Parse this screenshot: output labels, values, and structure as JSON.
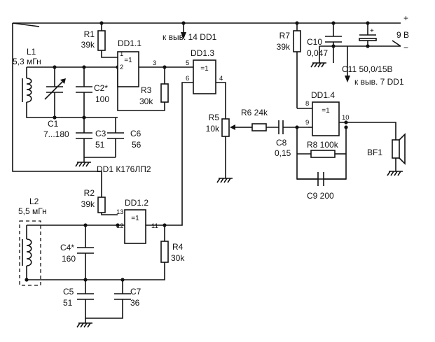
{
  "supply": {
    "plus": "+",
    "minus": "−",
    "voltage": "9 В"
  },
  "notes": {
    "pin14": "к выв. 14 DD1",
    "pin7": "к выв. 7 DD1"
  },
  "ic_type": "DD1 К176ЛП2",
  "gates": [
    {
      "name": "DD1.1",
      "symbol": "=1",
      "pins": [
        "1",
        "2",
        "3"
      ]
    },
    {
      "name": "DD1.2",
      "symbol": "=1",
      "pins": [
        "13",
        "12",
        "11"
      ]
    },
    {
      "name": "DD1.3",
      "symbol": "=1",
      "pins": [
        "5",
        "6",
        "4"
      ]
    },
    {
      "name": "DD1.4",
      "symbol": "=1",
      "pins": [
        "8",
        "9",
        "10"
      ]
    }
  ],
  "components": {
    "R1": {
      "name": "R1",
      "value": "39k"
    },
    "R2": {
      "name": "R2",
      "value": "39k"
    },
    "R3": {
      "name": "R3",
      "value": "30k"
    },
    "R4": {
      "name": "R4",
      "value": "30k"
    },
    "R5": {
      "name": "R5",
      "value": "10k"
    },
    "R6": {
      "name": "R6 24k"
    },
    "R7": {
      "name": "R7",
      "value": "39k"
    },
    "R8": {
      "name": "R8 100k"
    },
    "L1": {
      "name": "L1",
      "value": "5,3 мГн"
    },
    "L2": {
      "name": "L2",
      "value": "5,5 мГн"
    },
    "C1": {
      "name": "C1",
      "value": "7...180"
    },
    "C2": {
      "name": "C2*",
      "value": "100"
    },
    "C3": {
      "name": "C3",
      "value": "51"
    },
    "C4": {
      "name": "C4*",
      "value": "160"
    },
    "C5": {
      "name": "C5",
      "value": "51"
    },
    "C6": {
      "name": "C6",
      "value": "56"
    },
    "C7": {
      "name": "C7",
      "value": "36"
    },
    "C8": {
      "name": "C8",
      "value": "0,15"
    },
    "C9": {
      "name": "C9 200"
    },
    "C10": {
      "name": "C10",
      "value": "0,047"
    },
    "C11": {
      "name": "C11 50,0/15В"
    },
    "BF1": {
      "name": "BF1"
    }
  }
}
